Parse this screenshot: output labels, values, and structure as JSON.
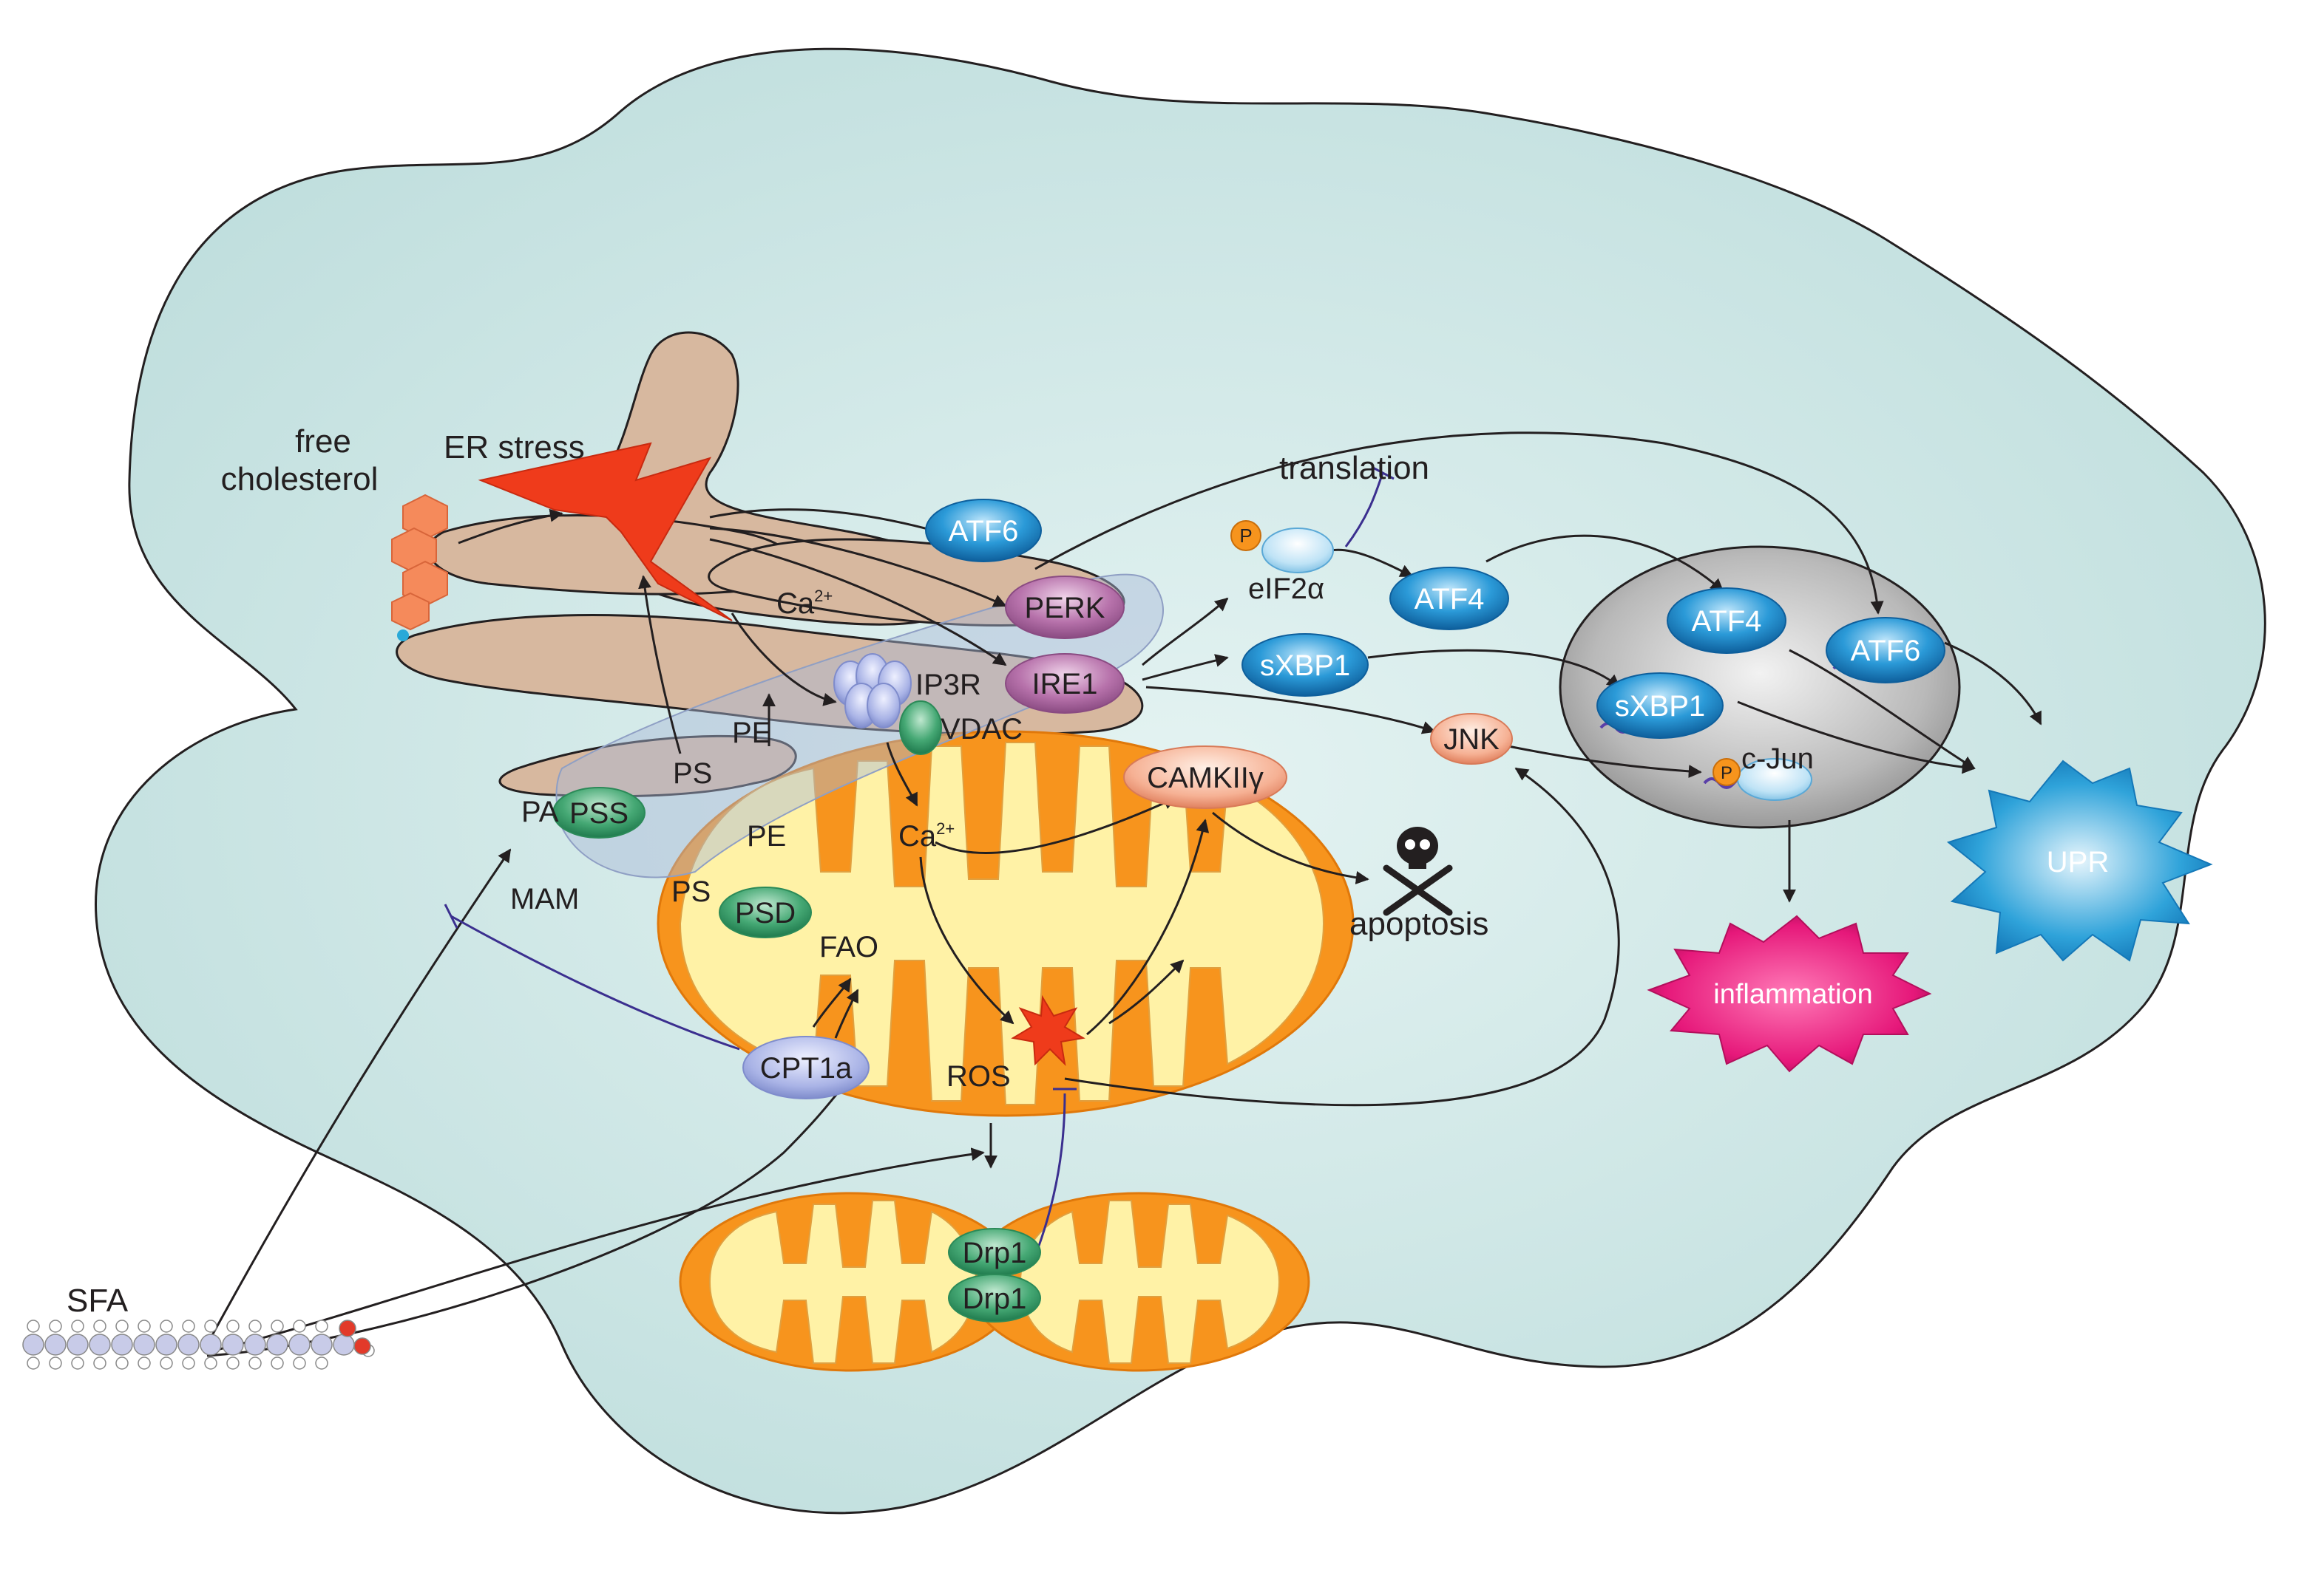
{
  "labels": {
    "free_cholesterol_1": "free",
    "free_cholesterol_2": "cholesterol",
    "er_stress": "ER stress",
    "translation": "translation",
    "p": "P",
    "eif2a": "eIF2α",
    "ca": "Ca",
    "ca_sup": "2+",
    "ip3r": "IP3R",
    "vdac": "VDAC",
    "pe": "PE",
    "ps": "PS",
    "pa": "PA",
    "pss": "PSS",
    "psd": "PSD",
    "mam": "MAM",
    "fao": "FAO",
    "cpt1a": "CPT1a",
    "ros": "ROS",
    "camkii": "CAMKIIγ",
    "apoptosis": "apoptosis",
    "jnk": "JNK",
    "c_jun": "c-Jun",
    "drp1": "Drp1",
    "sfa": "SFA",
    "upr": "UPR",
    "inflammation": "inflammation"
  },
  "proteins": {
    "atf6": "ATF6",
    "atf4": "ATF4",
    "perk": "PERK",
    "ire1": "IRE1",
    "sxbp1": "sXBP1"
  },
  "colors": {
    "cell": "#c9e6e6",
    "er": "#d7b8a0",
    "mito_outer": "#f7941d",
    "mito_inner": "#fff3a6",
    "nucleus": "#b5b5b5",
    "blue_protein": "#1f8fd6",
    "purple_protein": "#b06aa6",
    "green_protein": "#3aa06a",
    "stress": "#ef3b1b",
    "upr": "#1f9ad6",
    "inflammation": "#e6187a"
  }
}
